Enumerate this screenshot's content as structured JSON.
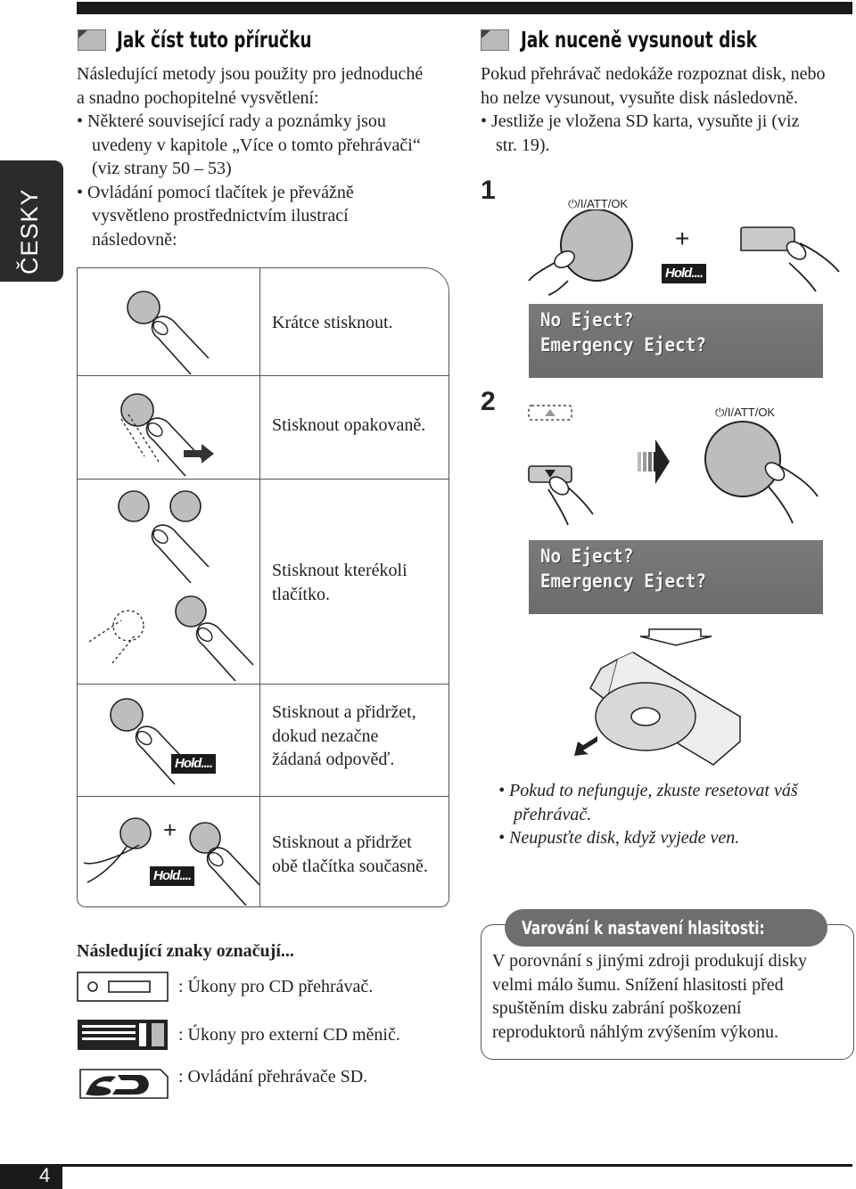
{
  "side_tab": "ČESKY",
  "left": {
    "heading": "Jak číst tuto příručku",
    "intro_1": "Následující metody jsou použity pro jednoduché",
    "intro_2": "a snadno pochopitelné vysvětlení:",
    "b1_1": "• Některé související rady a poznámky jsou",
    "b1_2": "uvedeny v kapitole „Více o tomto přehrávači“",
    "b1_3": "(viz strany 50 – 53)",
    "b2_1": "• Ovládání pomocí tlačítek je převážně",
    "b2_2": "vysvětleno prostřednictvím ilustrací",
    "b2_3": "následovně:"
  },
  "table": {
    "row1": "Krátce stisknout.",
    "row2": "Stisknout opakovaně.",
    "row3_1": "Stisknout kterékoli",
    "row3_2": "tlačítko.",
    "row4_1": "Stisknout a přidržet,",
    "row4_2": "dokud nezačne",
    "row4_3": "žádaná odpověď.",
    "row5_1": "Stisknout a přidržet",
    "row5_2": "obě tlačítka současně.",
    "hold": "Hold....",
    "plus": "+"
  },
  "right": {
    "heading": "Jak nuceně vysunout disk",
    "p1": "Pokud přehrávač nedokáže rozpoznat disk, nebo",
    "p2": "ho nelze vysunout, vysuňte disk následovně.",
    "p3": "• Jestliže je vložena SD karta, vysuňte ji (viz",
    "p4": "str. 19).",
    "step1": "1",
    "step2": "2",
    "knob_label": "⏻/I/ATT/OK",
    "plus": "+",
    "hold": "Hold....",
    "eject_label": "⏏/⏶",
    "lcd_line1": "No Eject?",
    "lcd_line2": "Emergency Eject?",
    "note1_1": "• Pokud to nefunguje, zkuste resetovat váš",
    "note1_2": "přehrávač.",
    "note2": "• Neupusťte disk, když vyjede ven."
  },
  "legend": {
    "title": "Následující znaky označují...",
    "cd": ": Úkony pro CD přehrávač.",
    "changer": ": Úkony pro externí CD měnič.",
    "sd": ": Ovládání přehrávače SD."
  },
  "warning": {
    "title": "Varování k nastavení hlasitosti:",
    "l1": "V porovnání s jinými zdroji produkují disky",
    "l2": "velmi málo šumu. Snížení hlasitosti před",
    "l3": "spuštěním disku zabrání poškození",
    "l4": "reproduktorů náhlým zvýšením výkonu."
  },
  "page_number": "4"
}
